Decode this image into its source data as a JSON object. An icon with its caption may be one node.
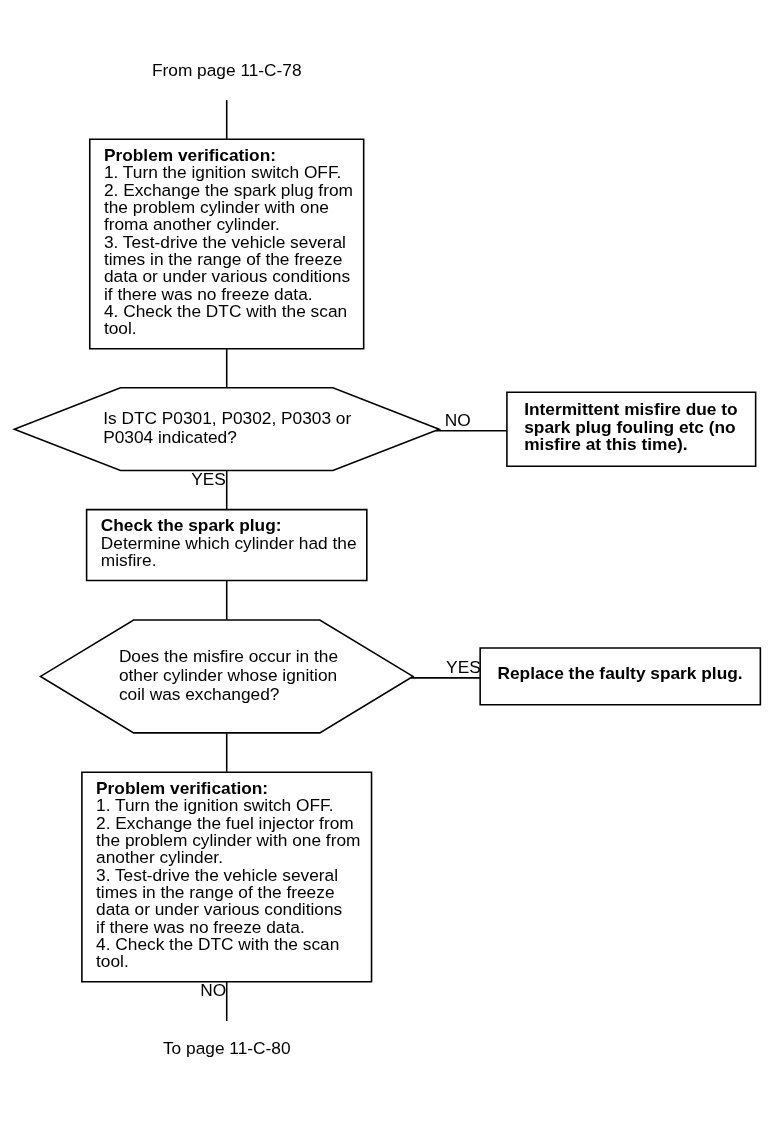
{
  "diagram": {
    "nodes": [
      {
        "text": [
          "From page 11-C-78"
        ]
      },
      {
        "text": [
          "Problem verification:",
          "1. Turn the ignition switch OFF.",
          "2. Exchange the spark plug from the problem cylinder with one froma another cylinder.",
          "3. Test-drive the vehicle several times in the range of the freeze data or under various conditions if there was no freeze data.",
          "4. Check the DTC with the scan tool."
        ]
      },
      {
        "text": [
          "Is DTC P0301, P0302, P0303 or P0304 indicated?"
        ]
      },
      {
        "text": [
          "Intermittent misfire due to spark plug fouling etc (no misfire at this time)."
        ]
      },
      {
        "text": [
          "Check the spark plug:",
          "Determine which cylinder had the misfire."
        ]
      },
      {
        "text": [
          "Does the misfire occur in the other cylinder whose ignition coil was exchanged?"
        ]
      },
      {
        "text": [
          "Replace the faulty spark plug."
        ]
      },
      {
        "text": [
          "Problem verification:",
          "1. Turn the ignition switch OFF.",
          "2. Exchange the fuel injector from the problem cylinder with one from another cylinder.",
          "3. Test-drive the vehicle several times in the range of the freeze data or under various conditions if there was no freeze data.",
          "4. Check the DTC with the scan tool."
        ]
      },
      {
        "text": [
          "To page 11-C-80"
        ]
      }
    ],
    "edges": [
      {
        "from": 0,
        "to": 1,
        "arrow": "none"
      },
      {
        "from": 1,
        "to": 2,
        "arrow": "none"
      },
      {
        "from": 2,
        "to": 3,
        "arrow": "none",
        "label": "NO"
      },
      {
        "from": 2,
        "to": 4,
        "arrow": "none",
        "label": "YES"
      },
      {
        "from": 4,
        "to": 5,
        "arrow": "none"
      },
      {
        "from": 5,
        "to": 6,
        "arrow": "none",
        "label": "YES"
      },
      {
        "from": 5,
        "to": 7,
        "arrow": "none"
      },
      {
        "from": 7,
        "to": 8,
        "arrow": "none",
        "label": "NO"
      }
    ]
  }
}
